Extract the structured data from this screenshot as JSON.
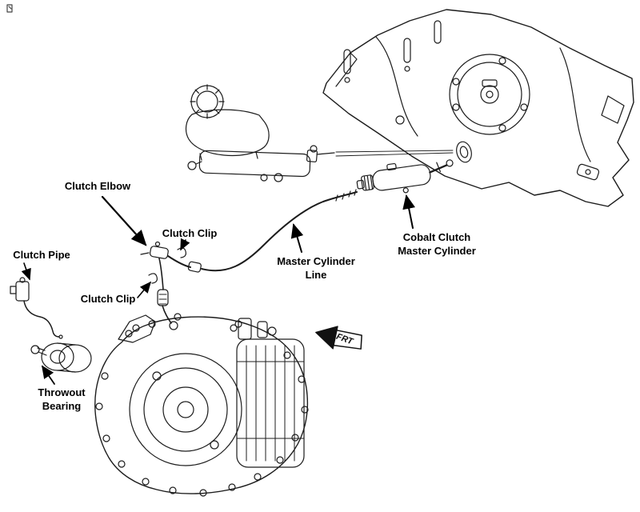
{
  "diagram": {
    "background_color": "#ffffff",
    "line_color": "#1c1c1c",
    "text_color": "#000000",
    "labels": {
      "clutch_elbow": "Clutch Elbow",
      "clutch_clip_top": "Clutch Clip",
      "clutch_pipe": "Clutch Pipe",
      "clutch_clip_bottom": "Clutch Clip",
      "master_cylinder_line_l1": "Master Cylinder",
      "master_cylinder_line_l2": "Line",
      "cobalt_master_cylinder_l1": "Cobalt Clutch",
      "cobalt_master_cylinder_l2": "Master Cylinder",
      "throwout_bearing_l1": "Throwout",
      "throwout_bearing_l2": "Bearing",
      "frt": "FRT"
    }
  }
}
